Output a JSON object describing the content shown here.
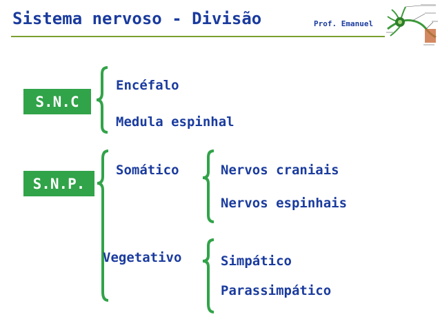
{
  "header": {
    "title": "Sistema nervoso - Divisão",
    "author": "Prof. Emanuel"
  },
  "diagram": {
    "snc": {
      "label": "S.N.C",
      "items": [
        "Encéfalo",
        "Medula espinhal"
      ]
    },
    "snp": {
      "label": "S.N.P.",
      "somatico": {
        "label": "Somático",
        "items": [
          "Nervos craniais",
          "Nervos espinhais"
        ]
      },
      "vegetativo": {
        "label": "Vegetativo",
        "items": [
          "Simpático",
          "Parassimpático"
        ]
      }
    }
  },
  "colors": {
    "title": "#1a3b9e",
    "box": "#31a349",
    "brace": "#31a349",
    "rule": "#7a9f2e"
  }
}
